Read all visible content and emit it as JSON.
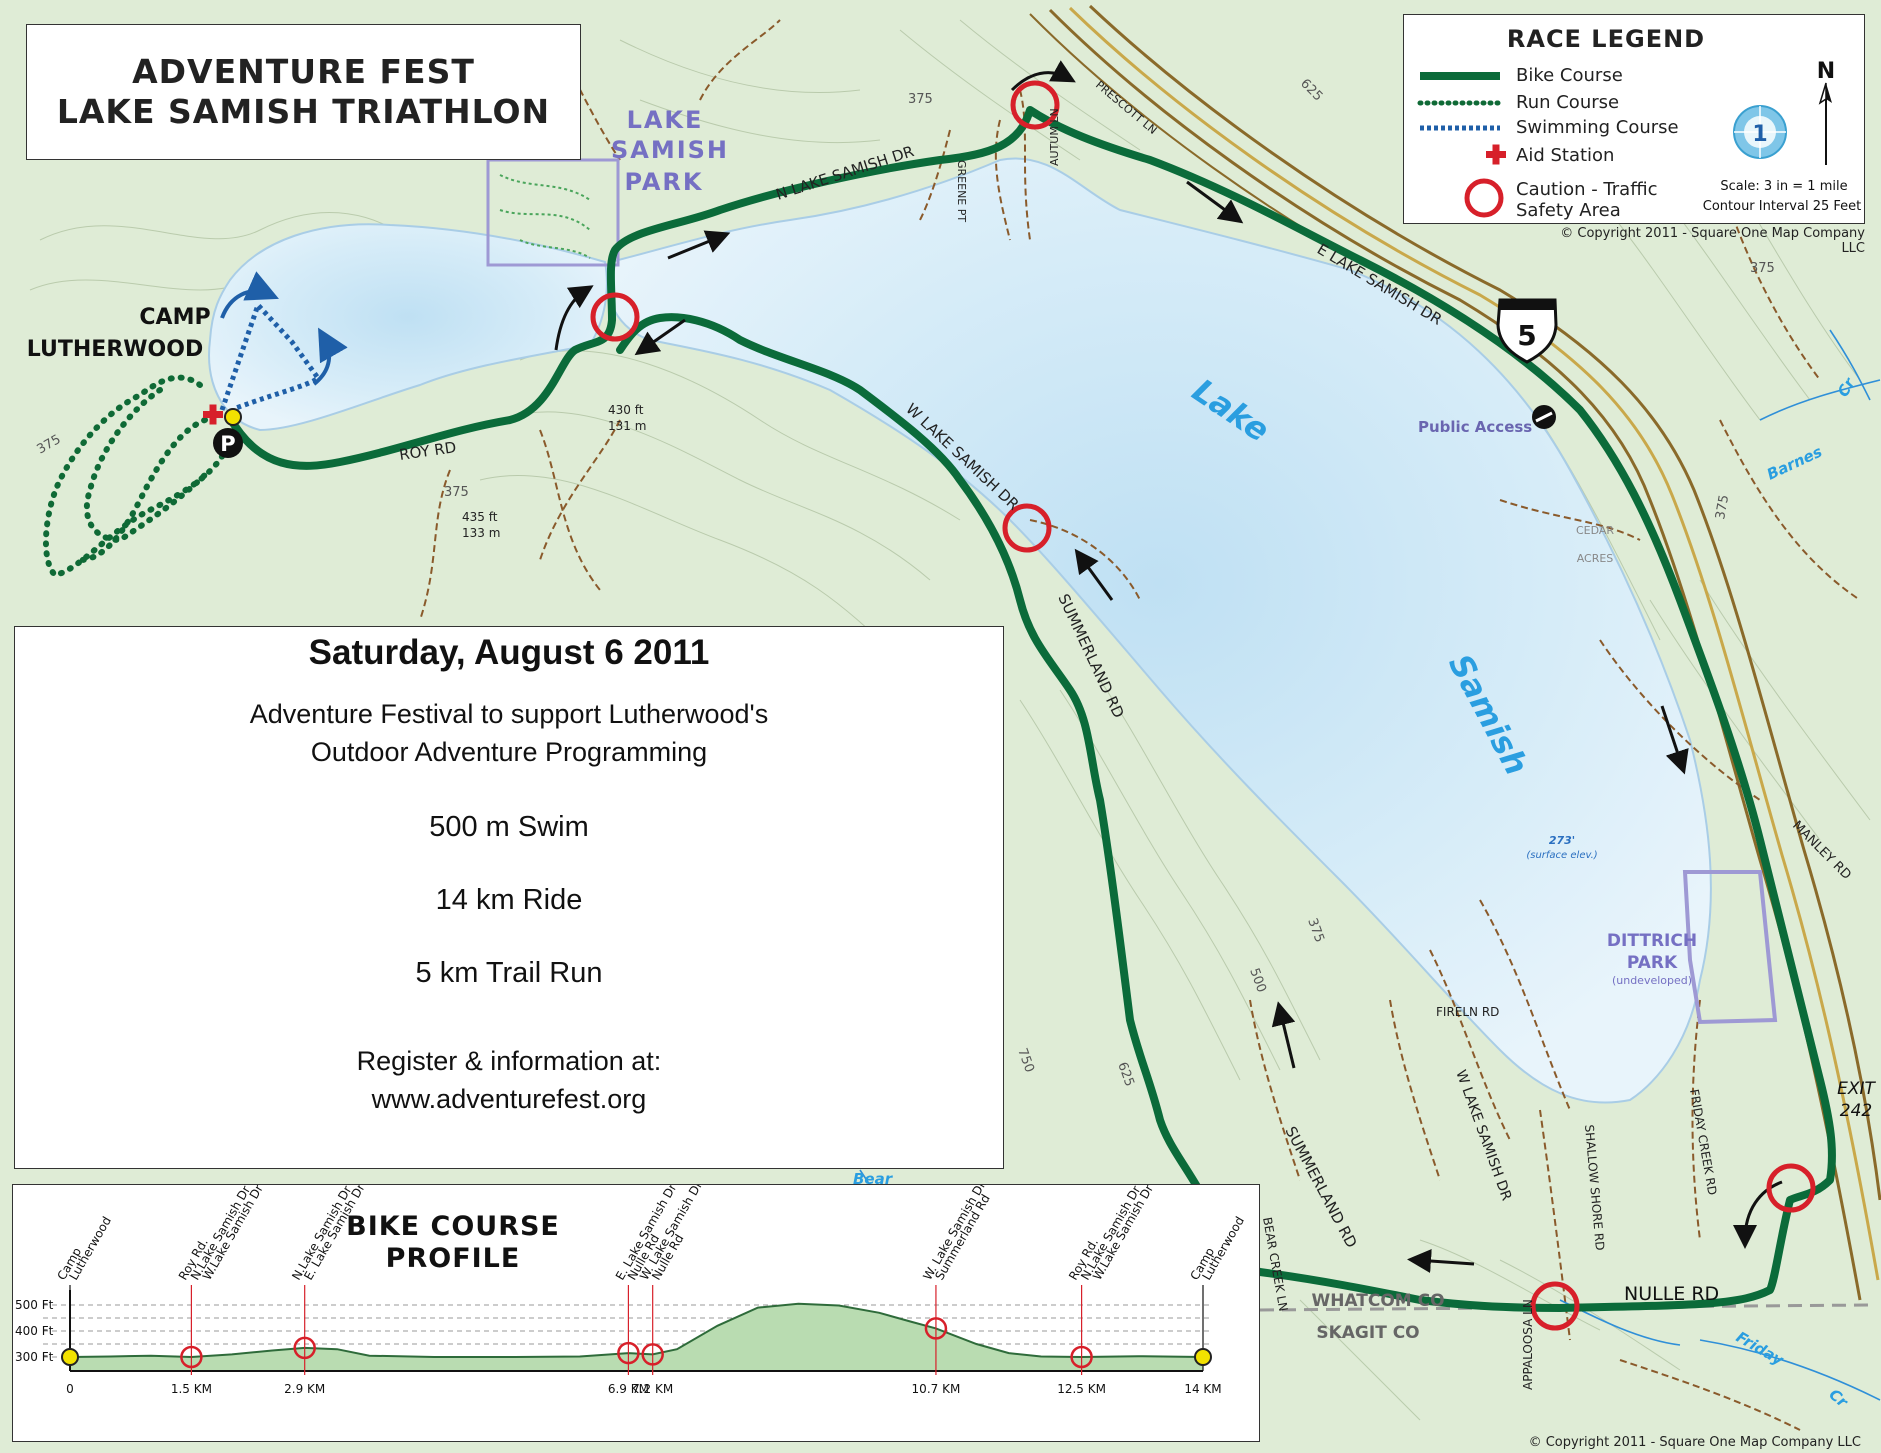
{
  "title": {
    "line1": "ADVENTURE FEST",
    "line2": "LAKE SAMISH TRIATHLON"
  },
  "info": {
    "date": "Saturday, August 6  2011",
    "description": [
      "Adventure Festival to support Lutherwood's",
      "Outdoor Adventure Programming"
    ],
    "events": [
      "500 m Swim",
      "14 km Ride",
      "5 km Trail Run"
    ],
    "register": [
      "Register & information at:",
      "www.adventurefest.org"
    ]
  },
  "legend": {
    "title": "RACE LEGEND",
    "items": [
      {
        "label": "Bike Course",
        "icon": "bike-line"
      },
      {
        "label": "Run Course",
        "icon": "run-dots"
      },
      {
        "label": "Swimming Course",
        "icon": "swim-dots"
      },
      {
        "label": "Aid Station",
        "icon": "red-cross"
      },
      {
        "label": "Caution - Traffic",
        "label2": "Safety Area",
        "icon": "red-circle"
      }
    ],
    "north": "N",
    "scale": "Scale: 3 in = 1 mile",
    "contour": "Contour Interval 25 Feet",
    "map_number": "1"
  },
  "copyright": "© Copyright 2011 - Square One Map Company LLC",
  "map_labels": {
    "lake_samish_park": [
      "LAKE",
      "SAMISH",
      "PARK"
    ],
    "camp_lutherwood": [
      "CAMP",
      "LUTHERWOOD"
    ],
    "lake": "Lake",
    "samish": "Samish",
    "public_access": "Public Access",
    "dittrich_park": [
      "DITTRICH",
      "PARK"
    ],
    "undeveloped": "(undeveloped)",
    "surface_elev": [
      "273'",
      "(surface elev.)"
    ],
    "peak1": [
      "430 ft",
      "131 m"
    ],
    "peak2": [
      "435 ft",
      "133 m"
    ],
    "roads": {
      "n_lake_samish": "N LAKE SAMISH DR",
      "e_lake_samish": "E LAKE SAMISH DR",
      "w_lake_samish": "W LAKE SAMISH DR",
      "w_lake_samish_south": "W LAKE SAMISH DR",
      "summerland_north": "SUMMERLAND RD",
      "summerland_south": "SUMMERLAND RD",
      "roy": "ROY RD",
      "nulle": "NULLE RD",
      "prescott": "PRESCOTT LN",
      "autum": "AUTUM LN",
      "greene": "GREENE PT",
      "manley": "MANLEY RD",
      "fireln": "FIRELN RD",
      "shallow_shore": "SHALLOW SHORE RD",
      "friday_creek": "FRIDAY CREEK RD",
      "appaloosa": "APPALOOSA LN",
      "bear_creek": "BEAR CREEK LN",
      "cedar_acres": [
        "CEDAR",
        "ACRES"
      ]
    },
    "highway_shield": "5",
    "exit": [
      "EXIT",
      "242"
    ],
    "county_north": "WHATCOM  CO",
    "county_south": "SKAGIT  CO",
    "creeks": {
      "barnes": "Barnes",
      "cr": "Cr",
      "friday": "Friday",
      "friday_cr": "Cr",
      "bear": "Bear"
    },
    "contours": [
      "375",
      "375",
      "375",
      "625",
      "500",
      "375",
      "750",
      "625",
      "375",
      "375"
    ]
  },
  "profile": {
    "title": [
      "BIKE COURSE",
      "PROFILE"
    ],
    "y_ticks": [
      "500 Ft",
      "400 Ft",
      "300 Ft"
    ],
    "x_ticks": [
      "0",
      "1.5 KM",
      "2.9 KM",
      "6.9 KM",
      "7.2 KM",
      "10.7 KM",
      "12.5 KM",
      "14 KM"
    ],
    "markers": [
      {
        "km": 0,
        "labels": [
          "Camp",
          "Lutherwood"
        ]
      },
      {
        "km": 1.5,
        "labels": [
          "Roy Rd.",
          "N.Lake Samish Dr",
          "W.Lake Samish Dr"
        ]
      },
      {
        "km": 2.9,
        "labels": [
          "N.Lake Samish Dr",
          "E. Lake Samish Dr"
        ]
      },
      {
        "km": 6.9,
        "labels": [
          "E. Lake Samish Dr",
          "Nulle Rd"
        ]
      },
      {
        "km": 7.2,
        "labels": [
          "W. Lake Samish Dr",
          "Nulle Rd"
        ]
      },
      {
        "km": 10.7,
        "labels": [
          "W. Lake Samish Dr",
          "Summerland Rd"
        ]
      },
      {
        "km": 12.5,
        "labels": [
          "Roy Rd.",
          "N.Lake Samish Dr",
          "W.Lake Samish Dr"
        ]
      },
      {
        "km": 14,
        "labels": [
          "Camp",
          "Lutherwood"
        ]
      }
    ],
    "elevation_ft": [
      [
        0,
        300
      ],
      [
        0.5,
        302
      ],
      [
        1.0,
        305
      ],
      [
        1.5,
        300
      ],
      [
        2.0,
        310
      ],
      [
        2.5,
        325
      ],
      [
        2.9,
        335
      ],
      [
        3.3,
        330
      ],
      [
        3.7,
        305
      ],
      [
        4.5,
        300
      ],
      [
        5.5,
        300
      ],
      [
        6.3,
        302
      ],
      [
        6.9,
        315
      ],
      [
        7.2,
        310
      ],
      [
        7.5,
        330
      ],
      [
        8.0,
        420
      ],
      [
        8.5,
        490
      ],
      [
        9.0,
        505
      ],
      [
        9.5,
        498
      ],
      [
        10.0,
        470
      ],
      [
        10.4,
        435
      ],
      [
        10.7,
        410
      ],
      [
        11.2,
        350
      ],
      [
        11.6,
        315
      ],
      [
        12.0,
        302
      ],
      [
        12.5,
        300
      ],
      [
        13.2,
        303
      ],
      [
        14,
        300
      ]
    ]
  }
}
